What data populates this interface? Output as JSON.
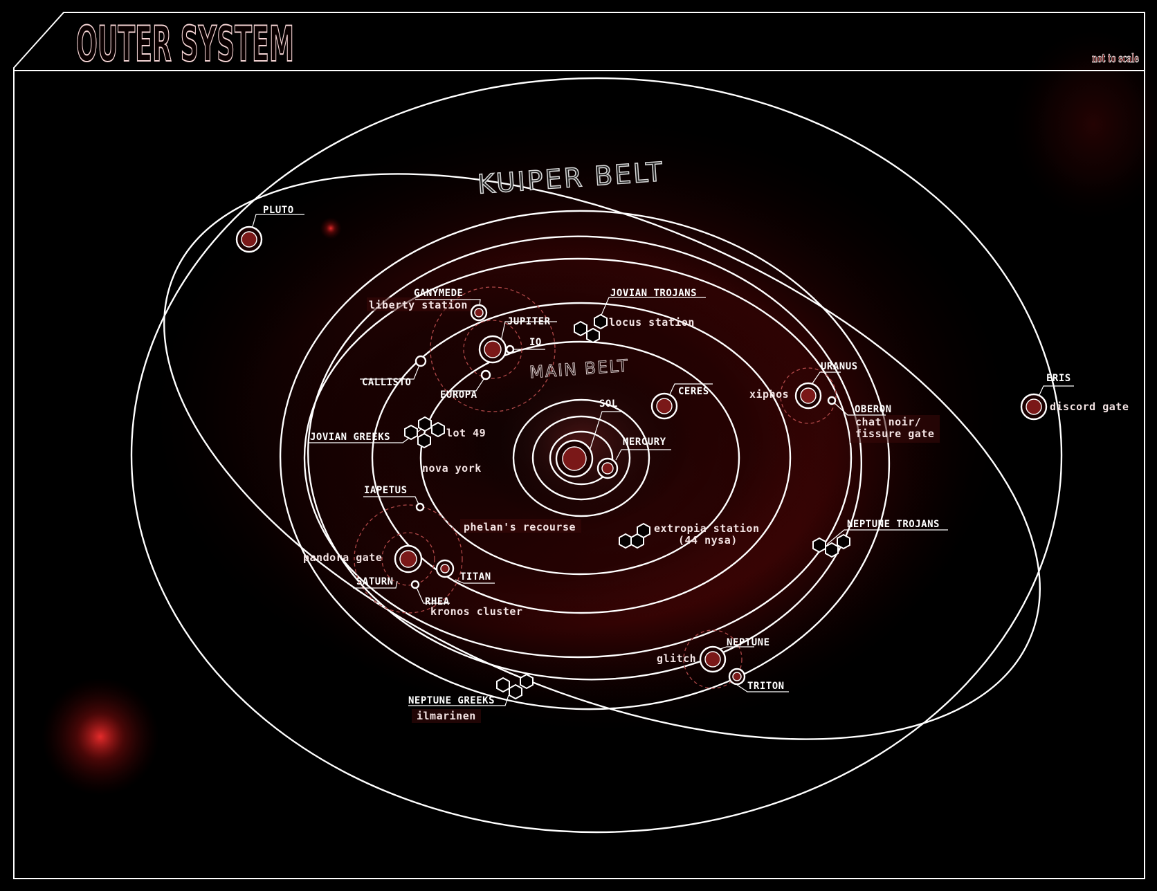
{
  "title": "OUTER SYSTEM",
  "scale_note": "not to scale",
  "belts": {
    "kuiper": "KUIPER BELT",
    "main": "MAIN BELT"
  },
  "bodies": {
    "sol": "SOL",
    "mercury": "MERCURY",
    "ceres": "CERES",
    "jupiter": "JUPITER",
    "io": "IO",
    "europa": "EUROPA",
    "callisto": "CALLISTO",
    "ganymede": "GANYMEDE",
    "saturn": "SATURN",
    "titan": "TITAN",
    "rhea": "RHEA",
    "iapetus": "IAPETUS",
    "uranus": "URANUS",
    "oberon": "OBERON",
    "neptune": "NEPTUNE",
    "triton": "TRITON",
    "pluto": "PLUTO",
    "eris": "ERIS"
  },
  "asteroid_groups": {
    "jovian_trojans": "JOVIAN TROJANS",
    "jovian_greeks": "JOVIAN GREEKS",
    "neptune_trojans": "NEPTUNE TROJANS",
    "neptune_greeks": "NEPTUNE GREEKS"
  },
  "locations": {
    "liberty_station": "liberty station",
    "locus_station": "locus station",
    "lot_49": "lot 49",
    "nova_york": "nova york",
    "phelans_recourse": "phelan's recourse",
    "pandora_gate": "pandora gate",
    "kronos_cluster": "kronos cluster",
    "extropia_station": "extropia station",
    "extropia_note": "(44 nysa)",
    "xiphos": "xiphos",
    "chat_noir": "chat noir/",
    "fissure_gate": "fissure gate",
    "discord_gate": "discord gate",
    "glitch": "glitch",
    "ilmarinen": "ilmarinen"
  },
  "colors": {
    "background": "#000000",
    "nebula": "#8a0c0c",
    "line": "#ffffff",
    "planet_fill": "#7a1818",
    "moon_ring": "#b04848"
  }
}
